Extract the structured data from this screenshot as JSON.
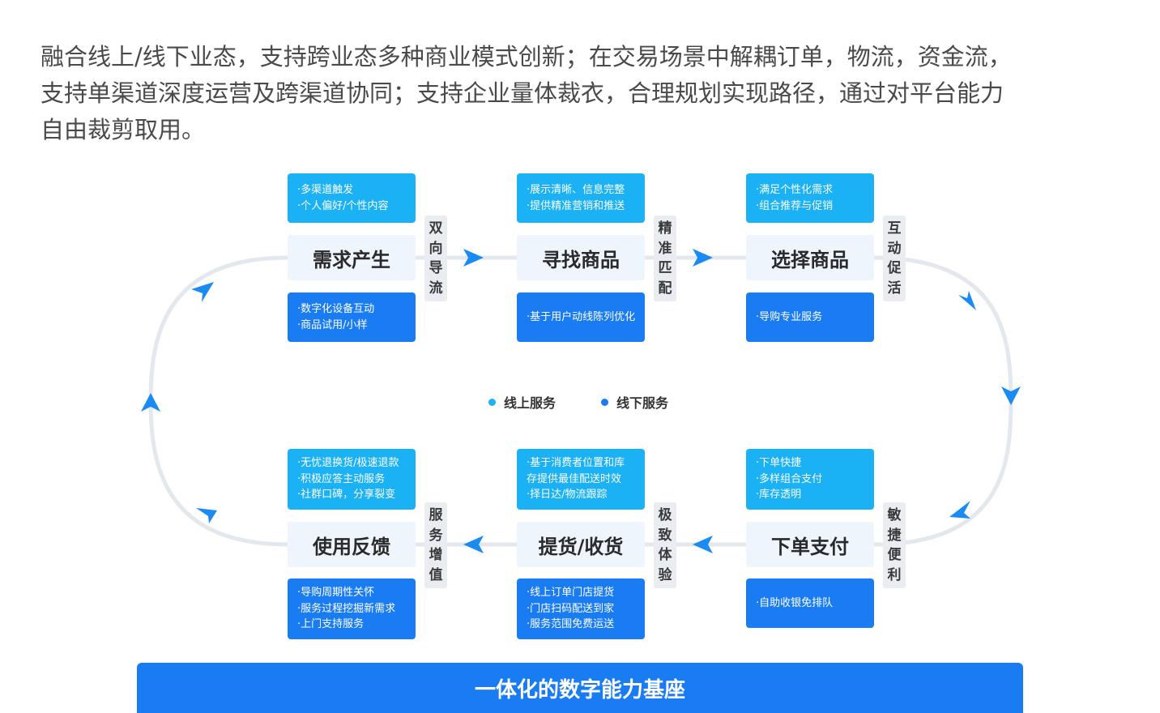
{
  "intro": {
    "lines": [
      "融合线上/线下业态，支持跨业态多种商业模式创新；在交易场景中解耦订单，物流，资金流，",
      "支持单渠道深度运营及跨渠道协同；支持企业量体裁衣，合理规划实现路径，通过对平台能力",
      "自由裁剪取用。"
    ]
  },
  "stages": [
    {
      "label": "需求产生",
      "online": [
        "·多渠道触发",
        "·个人偏好/个性内容"
      ],
      "offline": [
        "·数字化设备互动",
        "·商品试用/小样"
      ]
    },
    {
      "label": "寻找商品",
      "online": [
        "·展示清晰、信息完整",
        "·提供精准营销和推送"
      ],
      "offline": [
        "·基于用户动线陈列优化"
      ]
    },
    {
      "label": "选择商品",
      "online": [
        "·满足个性化需求",
        "·组合推荐与促销"
      ],
      "offline": [
        "·导购专业服务"
      ]
    },
    {
      "label": "下单支付",
      "online": [
        "·下单快捷",
        "·多样组合支付",
        "·库存透明"
      ],
      "offline": [
        "·自助收银免排队"
      ]
    },
    {
      "label": "提货/收货",
      "online": [
        "·基于消费者位置和库",
        "存提供最佳配送时效",
        "·择日达/物流跟踪"
      ],
      "offline": [
        "·线上订单门店提货",
        "·门店扫码配送到家",
        "·服务范围免费运送"
      ]
    },
    {
      "label": "使用反馈",
      "online": [
        "·无忧退换货/极速退款",
        "·积极应答主动服务",
        "·社群口碑，分享裂变"
      ],
      "offline": [
        "·导购周期性关怀",
        "·服务过程挖掘新需求",
        "·上门支持服务"
      ]
    }
  ],
  "connectors": [
    {
      "chars": [
        "双",
        "向",
        "导",
        "流"
      ]
    },
    {
      "chars": [
        "精",
        "准",
        "匹",
        "配"
      ]
    },
    {
      "chars": [
        "互",
        "动",
        "促",
        "活"
      ]
    },
    {
      "chars": [
        "敏",
        "捷",
        "便",
        "利"
      ]
    },
    {
      "chars": [
        "极",
        "致",
        "体",
        "验"
      ]
    },
    {
      "chars": [
        "服",
        "务",
        "增",
        "值"
      ]
    }
  ],
  "legend": {
    "online": "线上服务",
    "offline": "线下服务"
  },
  "base": {
    "label": "一体化的数字能力基座"
  },
  "colors": {
    "online": "#1ab2f5",
    "offline": "#1a7cf2",
    "track": "#e3e7ee",
    "arrow": "#1a8bf5",
    "node_bg": "#eef5fd"
  }
}
